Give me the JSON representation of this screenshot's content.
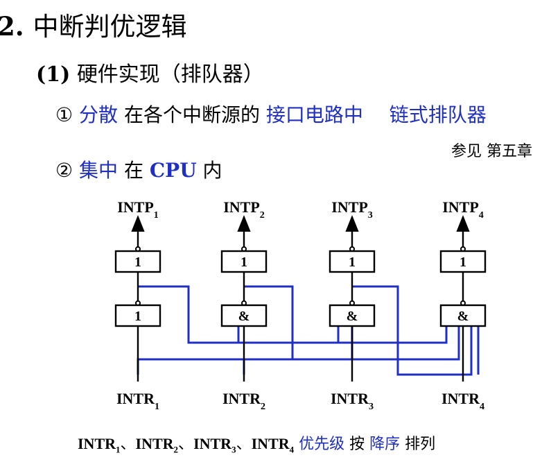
{
  "title": {
    "number": "2.",
    "text": "中断判优逻辑"
  },
  "subtitle": {
    "number": "(1)",
    "text": "硬件实现（排队器）"
  },
  "item1": {
    "marker": "①",
    "keyword": "分散",
    "text_a": "在各个中断源的",
    "highlight": "接口电路中",
    "right": "链式排队器",
    "reference": "参见 第五章"
  },
  "item2": {
    "marker": "②",
    "keyword": "集中",
    "text_a": "在",
    "cpu": "CPU",
    "text_b": "内"
  },
  "diagram": {
    "outputs": [
      "INTP",
      "INTP",
      "INTP",
      "INTP"
    ],
    "output_subs": [
      "1",
      "2",
      "3",
      "4"
    ],
    "inputs": [
      "INTR",
      "INTR",
      "INTR",
      "INTR"
    ],
    "input_subs": [
      "1",
      "2",
      "3",
      "4"
    ],
    "top_gates": [
      "1",
      "1",
      "1",
      "1"
    ],
    "bottom_gates": [
      "1",
      "&",
      "&",
      "&"
    ]
  },
  "footer": {
    "items": [
      "INTR",
      "INTR",
      "INTR",
      "INTR"
    ],
    "subs": [
      "1",
      "2",
      "3",
      "4"
    ],
    "separator": "、",
    "highlight": "优先级",
    "text_a": "按",
    "highlight2": "降序",
    "text_b": "排列"
  },
  "colors": {
    "accent": "#1f2fc4",
    "text": "#000000",
    "background": "#ffffff"
  }
}
